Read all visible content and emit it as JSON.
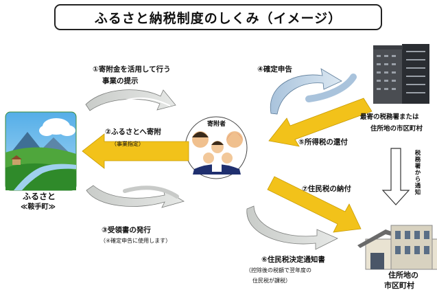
{
  "title": "ふるさと納税制度のしくみ（イメージ）",
  "nodes": {
    "hometown_name": "ふるさと",
    "hometown_sub": "≪鞍手町≫",
    "donor": "寄附者",
    "tax_office": "最寄の税務署または",
    "tax_office_line2": "住所地の市区町村",
    "municipality_line1": "住所地の",
    "municipality_line2": "市区町村"
  },
  "steps": {
    "s1_line1": "①寄附金を活用して行う",
    "s1_line2": "事業の提示",
    "s2": "②ふるさとへ寄附",
    "s2_note": "（事業指定）",
    "s3": "③受領書の発行",
    "s3_note": "（④確定申告に使用します）",
    "s4": "④確定申告",
    "s5": "⑤所得税の還付",
    "s6": "⑥住民税決定通知書",
    "s6_note1": "（控除後の税額で翌年度の",
    "s6_note2": "住民税が課税）",
    "s7": "⑦住民税の納付",
    "notify": "税務署から通知"
  },
  "colors": {
    "yellow": "#f2c21a",
    "gray_arrow": "#d2d4d2",
    "blue_arrow": "#bed4e8",
    "border": "#222222"
  }
}
